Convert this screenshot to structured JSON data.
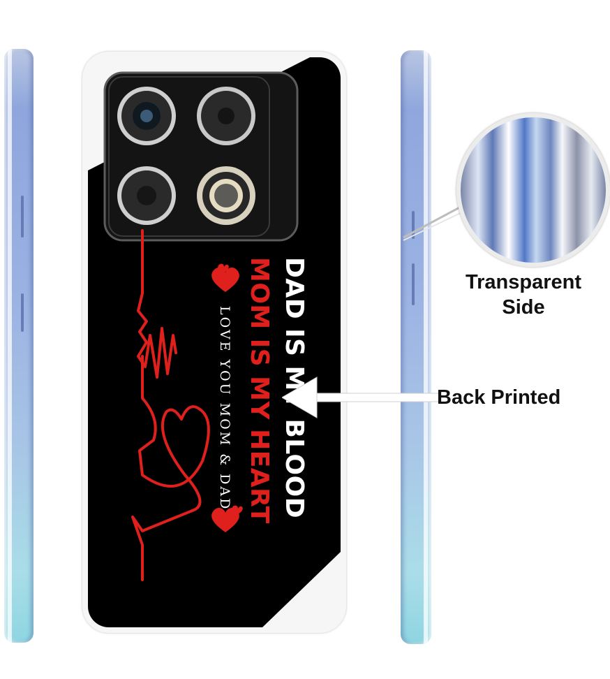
{
  "callouts": {
    "transparent_line1": "Transparent",
    "transparent_line2": "Side",
    "back_printed": "Back Printed"
  },
  "print": {
    "line1": "DAD IS MY BLOOD",
    "line2": "MOM IS MY HEART",
    "line3": "LOVE YOU MOM & DAD"
  },
  "colors": {
    "background": "#ffffff",
    "print_background": "#000000",
    "accent_red": "#e0201c",
    "case_edge": "#f6f6f6",
    "phone_blue": "#9ab1e2",
    "phone_cyan": "#8ed6e2"
  },
  "icons": [
    "heartbeat-line-icon",
    "heart-icon",
    "arrow-left-icon",
    "camera-lens-icon",
    "flash-icon"
  ]
}
